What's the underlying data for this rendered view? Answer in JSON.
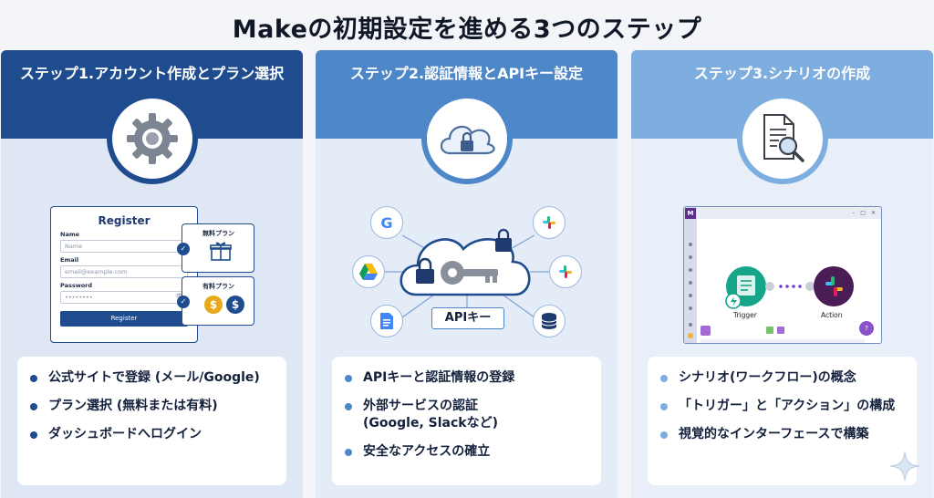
{
  "title": "Makeの初期設定を進める3つのステップ",
  "steps": [
    {
      "heading": "ステップ1.アカウント作成とプラン選択",
      "icon": "gear-icon",
      "bullets": [
        "公式サイトで登録 (メール/Google)",
        "プラン選択 (無料または有料)",
        "ダッシュボードへログイン"
      ]
    },
    {
      "heading": "ステップ2.認証情報とAPIキー設定",
      "icon": "cloud-lock-icon",
      "bullets": [
        "APIキーと認証情報の登録",
        "外部サービスの認証\n(Google, Slackなど)",
        "安全なアクセスの確立"
      ]
    },
    {
      "heading": "ステップ3.シナリオの作成",
      "icon": "document-search-icon",
      "bullets": [
        "シナリオ(ワークフロー)の概念",
        "「トリガー」と「アクション」の構成",
        "視覚的なインターフェースで構築"
      ]
    }
  ],
  "register_form": {
    "title": "Register",
    "name_label": "Name",
    "name_placeholder": "Name",
    "email_label": "Email",
    "email_placeholder": "email@example.com",
    "password_label": "Password",
    "password_value": "••••••••",
    "button": "Register"
  },
  "plans": {
    "free": "無料プラン",
    "paid": "有料プラン"
  },
  "api_key_label": "APIキー",
  "app_window": {
    "logo": "M",
    "trigger_label": "Trigger",
    "action_label": "Action",
    "help": "?"
  },
  "colors": {
    "step1": "#1e4c8f",
    "step2": "#4d87c8",
    "step3": "#7eaee0"
  }
}
